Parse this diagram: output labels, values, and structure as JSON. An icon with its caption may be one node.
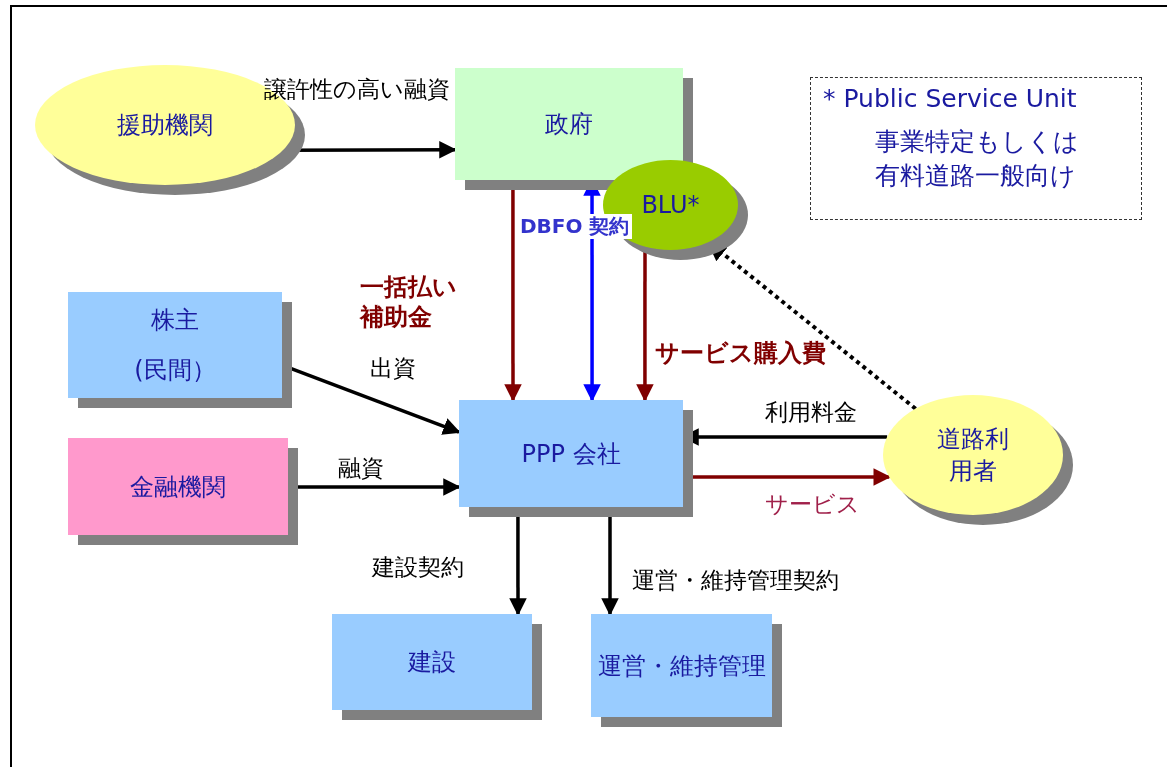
{
  "diagram": {
    "nodes": [
      {
        "text": [
          "援助機関"
        ]
      },
      {
        "text": [
          "政府"
        ]
      },
      {
        "text": [
          "BLU*"
        ]
      },
      {
        "text": [
          "株主",
          "(民間）"
        ]
      },
      {
        "text": [
          "金融機関"
        ]
      },
      {
        "text": [
          "PPP 会社"
        ]
      },
      {
        "text": [
          "道路利用者"
        ]
      },
      {
        "text": [
          "建設"
        ]
      },
      {
        "text": [
          "運営・維持管理"
        ]
      },
      {
        "text": [
          "* Public Service Unit",
          "事業特定もしくは有料道路一般向け"
        ]
      }
    ],
    "edges": [
      {
        "from": 0,
        "to": 1,
        "arrow": "to",
        "label": "譲許性の高い融資"
      },
      {
        "from": 1,
        "to": 5,
        "arrow": "to",
        "label": "一括払い補助金",
        "color": "#800000"
      },
      {
        "from": 5,
        "to": 1,
        "arrow": "both",
        "label": "DBFO 契約",
        "color": "#0000ff"
      },
      {
        "from": 2,
        "to": 5,
        "arrow": "to",
        "label": "サービス購入費",
        "color": "#800000"
      },
      {
        "from": 6,
        "to": 2,
        "arrow": "to",
        "style": "dashed"
      },
      {
        "from": 3,
        "to": 5,
        "arrow": "to",
        "label": "出資"
      },
      {
        "from": 4,
        "to": 5,
        "arrow": "to",
        "label": "融資"
      },
      {
        "from": 6,
        "to": 5,
        "arrow": "to",
        "label": "利用料金"
      },
      {
        "from": 5,
        "to": 6,
        "arrow": "to",
        "label": "サービス",
        "color": "#800000"
      },
      {
        "from": 5,
        "to": 7,
        "arrow": "to",
        "label": "建設契約"
      },
      {
        "from": 5,
        "to": 8,
        "arrow": "to",
        "label": "運営・維持管理契約"
      }
    ]
  }
}
